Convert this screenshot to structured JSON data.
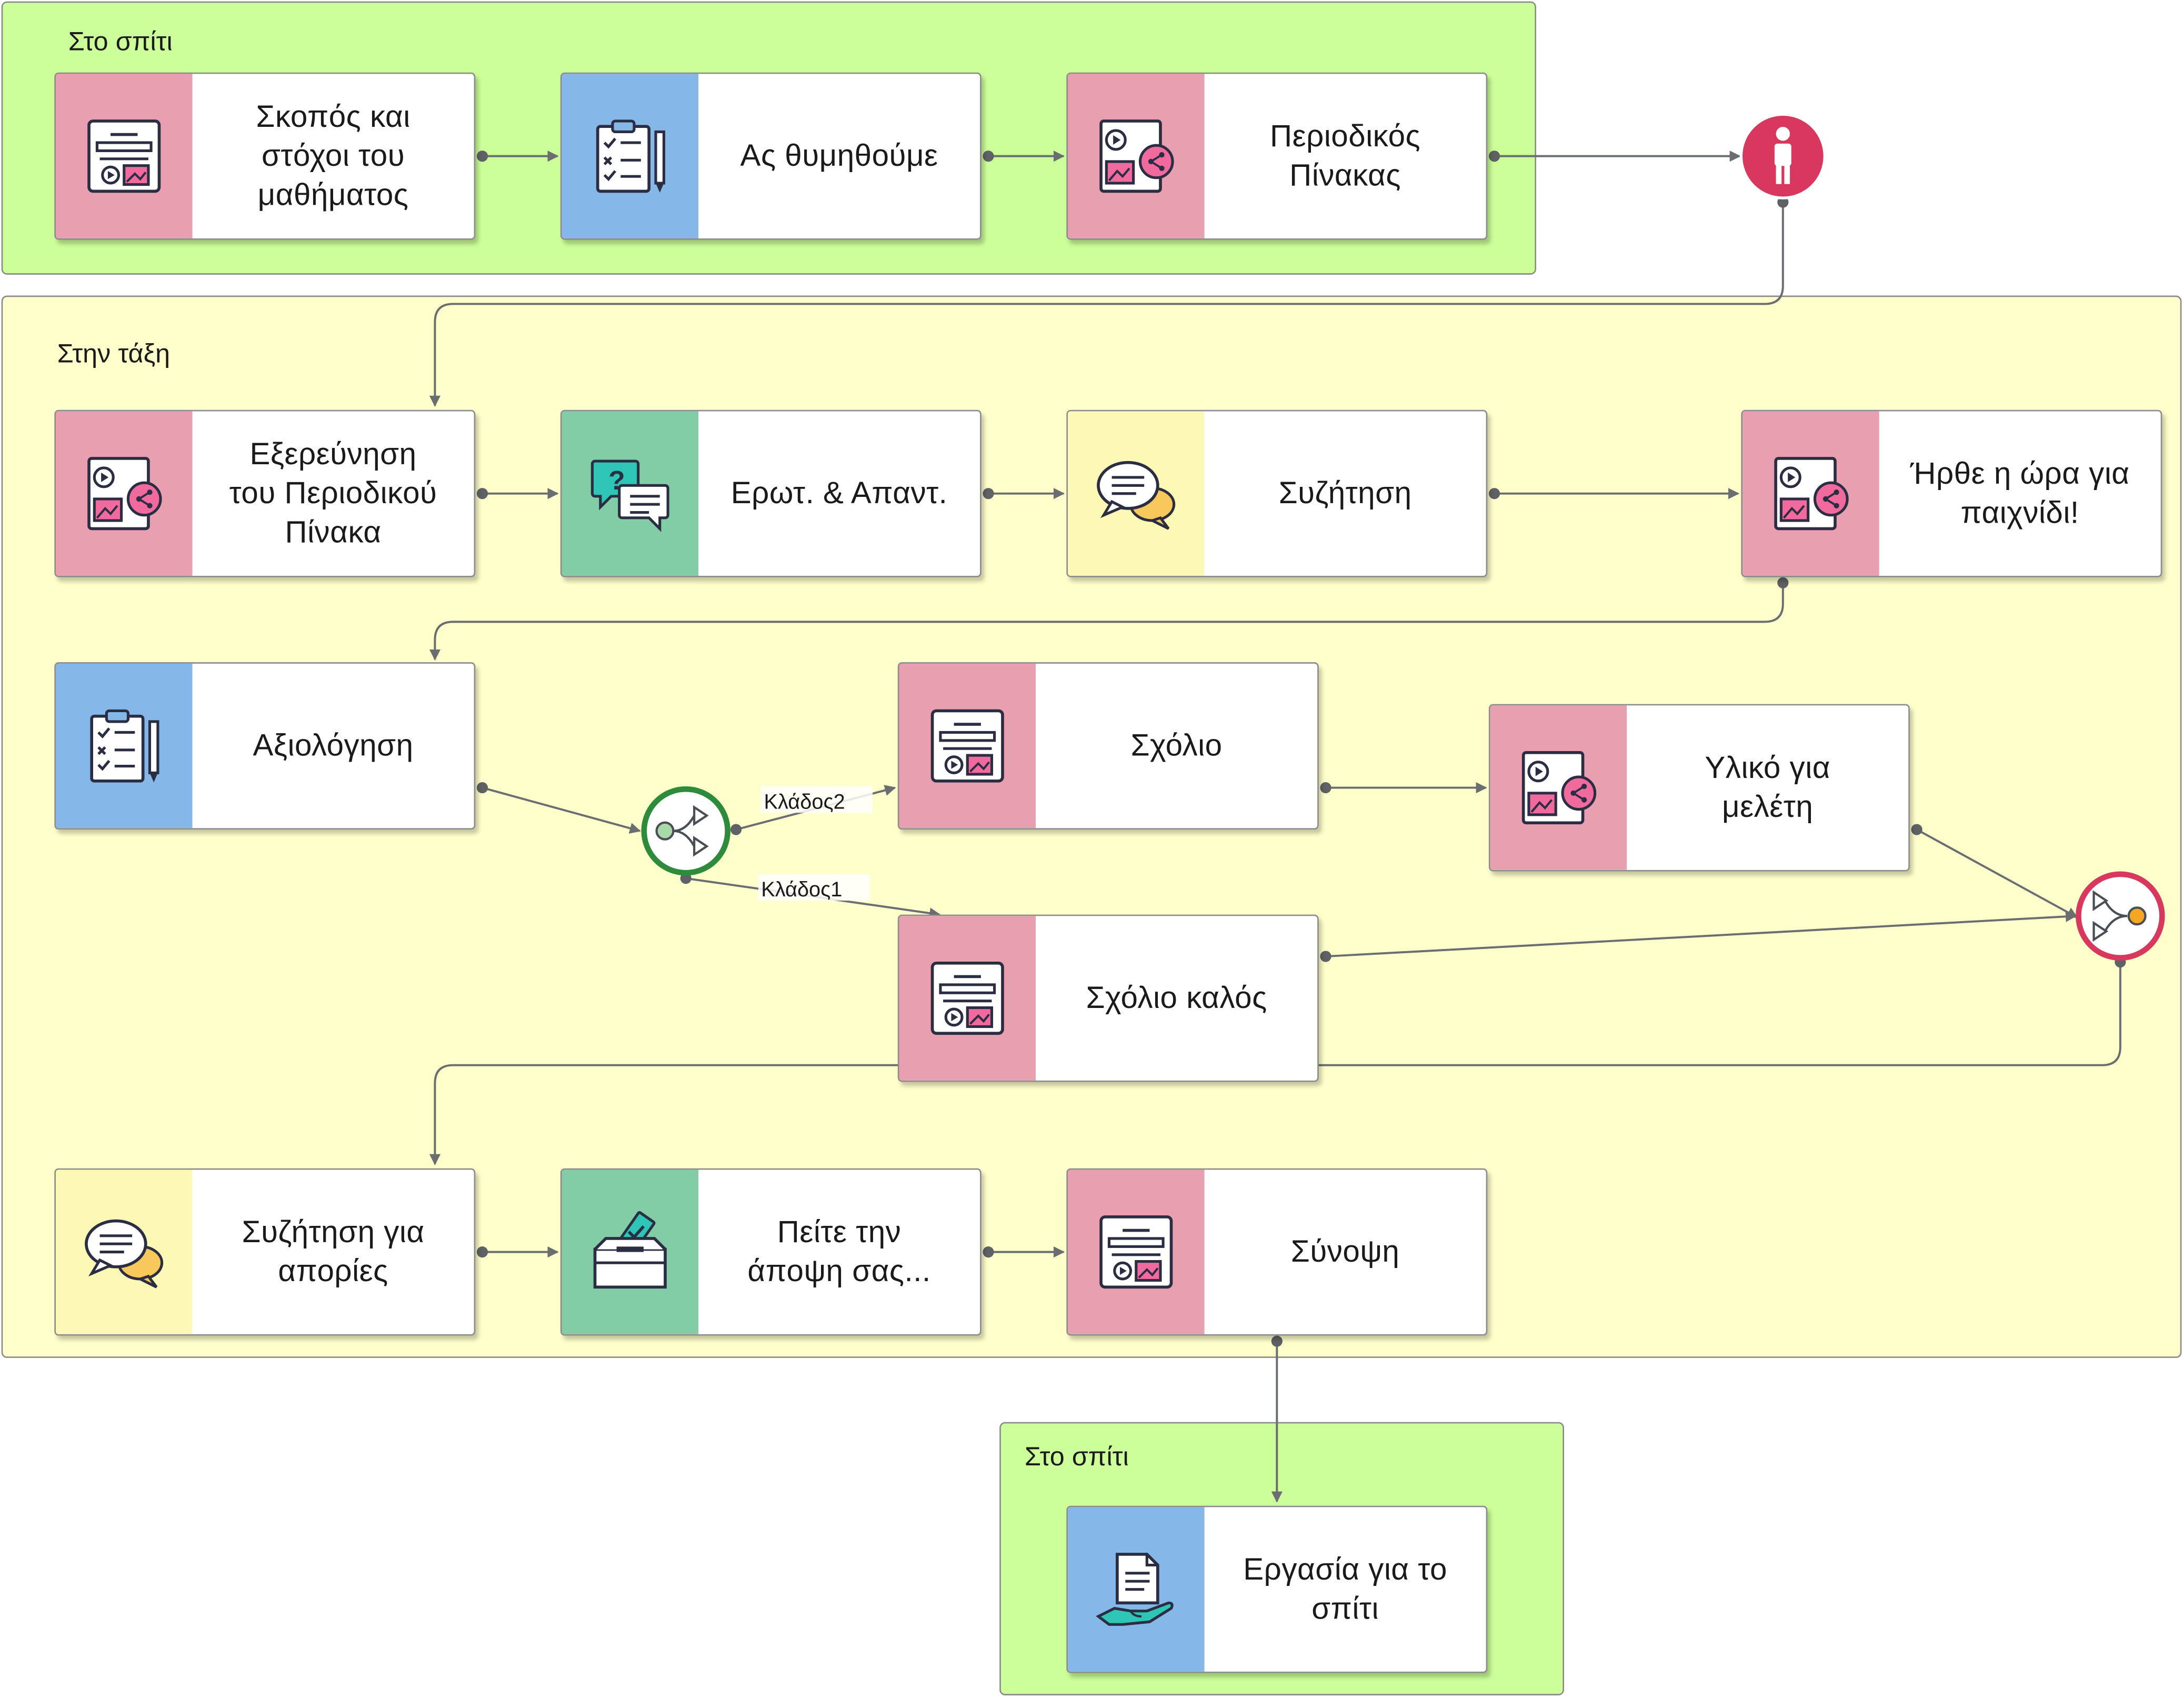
{
  "zones": {
    "home_top": "Στο σπίτι",
    "classroom": "Στην τάξη",
    "home_bottom": "Στο σπίτι"
  },
  "colors": {
    "pink": "#e8a0b0",
    "blue": "#85b8e8",
    "green": "#82cca6",
    "yellow": "#fbf9b5",
    "home_zone": "#ccff99",
    "class_zone": "#ffffcc",
    "learner_marker": "#d8385e",
    "fork": "#2e8b3c",
    "join": "#d8385e"
  },
  "nodes": [
    {
      "id": "n1",
      "label": "Σκοπός και\nστόχοι του\nμαθήματος",
      "icon": "presentation-icon",
      "accent": "pink"
    },
    {
      "id": "n2",
      "label": "Ας θυμηθούμε",
      "icon": "clipboard-checklist-icon",
      "accent": "blue"
    },
    {
      "id": "n3",
      "label": "Περιοδικός\nΠίνακας",
      "icon": "shared-media-icon",
      "accent": "pink"
    },
    {
      "id": "n4",
      "label": "Εξερεύνηση\nτου Περιοδικού\nΠίνακα",
      "icon": "shared-media-icon",
      "accent": "pink"
    },
    {
      "id": "n5",
      "label": "Ερωτ. & Απαντ.",
      "icon": "question-answer-icon",
      "accent": "green"
    },
    {
      "id": "n6",
      "label": "Συζήτηση",
      "icon": "chat-bubbles-icon",
      "accent": "yellow"
    },
    {
      "id": "n7",
      "label": "Ήρθε η ώρα για\nπαιχνίδι!",
      "icon": "shared-media-icon",
      "accent": "pink"
    },
    {
      "id": "n8",
      "label": "Αξιολόγηση",
      "icon": "clipboard-checklist-icon",
      "accent": "blue"
    },
    {
      "id": "n9",
      "label": "Σχόλιο",
      "icon": "presentation-icon",
      "accent": "pink"
    },
    {
      "id": "n10",
      "label": "Υλικό για\nμελέτη",
      "icon": "shared-media-icon",
      "accent": "pink"
    },
    {
      "id": "n11",
      "label": "Σχόλιο καλός",
      "icon": "presentation-icon",
      "accent": "pink"
    },
    {
      "id": "n12",
      "label": "Συζήτηση για\nαπορίες",
      "icon": "chat-bubbles-icon",
      "accent": "yellow"
    },
    {
      "id": "n13",
      "label": "Πείτε την\nάποψη σας...",
      "icon": "ballot-box-icon",
      "accent": "green"
    },
    {
      "id": "n14",
      "label": "Σύνοψη",
      "icon": "presentation-icon",
      "accent": "pink"
    },
    {
      "id": "n15",
      "label": "Εργασία για το\nσπίτι",
      "icon": "assignment-hand-icon",
      "accent": "blue"
    }
  ],
  "markers": {
    "learner": "person-icon",
    "fork": "branch-split-icon",
    "join": "branch-join-icon"
  },
  "edge_labels": {
    "branch2": "Κλάδος2",
    "branch1": "Κλάδος1"
  }
}
